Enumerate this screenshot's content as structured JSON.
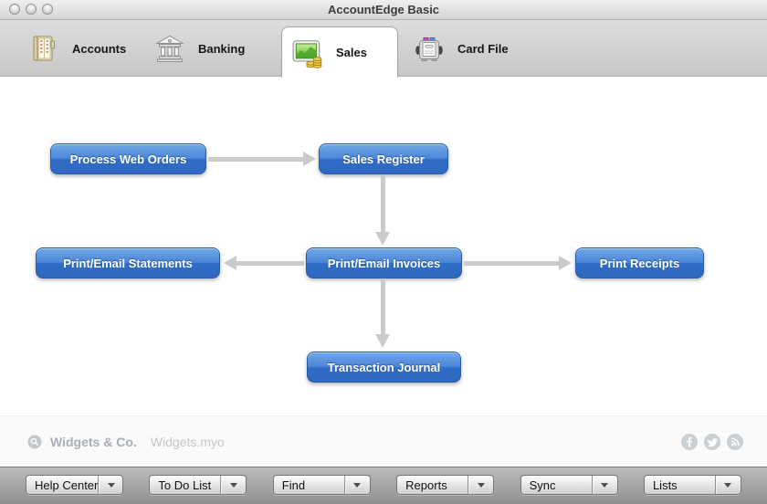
{
  "window": {
    "title": "AccountEdge Basic",
    "controls": [
      "close",
      "minimize",
      "zoom"
    ]
  },
  "tabs": [
    {
      "label": "Accounts",
      "icon": "ledger-icon",
      "active": false
    },
    {
      "label": "Banking",
      "icon": "bank-icon",
      "active": false
    },
    {
      "label": "Sales",
      "icon": "chart-coins-icon",
      "active": true
    },
    {
      "label": "Card File",
      "icon": "rolodex-icon",
      "active": false
    }
  ],
  "flowchart": {
    "nodes": [
      {
        "label": "Process Web Orders"
      },
      {
        "label": "Sales Register"
      },
      {
        "label": "Print/Email Statements"
      },
      {
        "label": "Print/Email Invoices"
      },
      {
        "label": "Print Receipts"
      },
      {
        "label": "Transaction Journal"
      }
    ],
    "connections": [
      {
        "from": "Process Web Orders",
        "to": "Sales Register"
      },
      {
        "from": "Sales Register",
        "to": "Print/Email Invoices"
      },
      {
        "from": "Print/Email Invoices",
        "to": "Print/Email Statements"
      },
      {
        "from": "Print/Email Invoices",
        "to": "Print Receipts"
      },
      {
        "from": "Print/Email Invoices",
        "to": "Transaction Journal"
      }
    ]
  },
  "footer": {
    "company": "Widgets & Co.",
    "filename": "Widgets.myo",
    "social_icons": [
      "facebook",
      "twitter",
      "rss"
    ]
  },
  "toolbar": {
    "buttons": [
      {
        "label": "Help Center"
      },
      {
        "label": "To Do List"
      },
      {
        "label": "Find"
      },
      {
        "label": "Reports"
      },
      {
        "label": "Sync"
      },
      {
        "label": "Lists"
      }
    ]
  },
  "colors": {
    "node_blue_top": "#71a7e8",
    "node_blue_bottom": "#3069bf",
    "node_border": "#2a5ba9",
    "arrow_gray": "#cccbcb",
    "footer_text": "#a9afb5"
  }
}
